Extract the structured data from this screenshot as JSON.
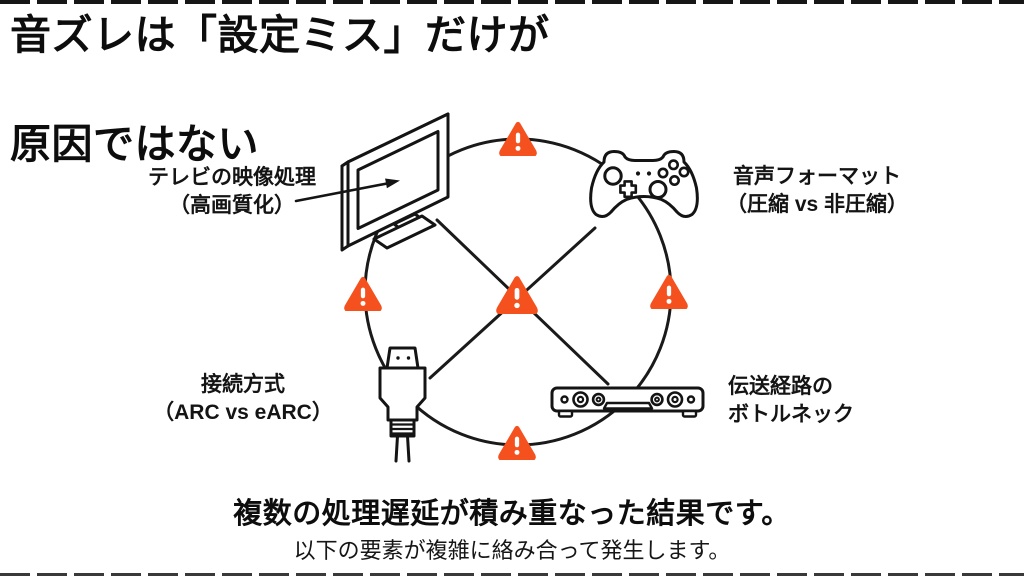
{
  "slide": {
    "title_lines": [
      "音ズレは「設定ミス」だけが",
      "原因ではない"
    ],
    "footer": {
      "headline": "複数の処理遅延が積み重なった結果です。",
      "subtext": "以下の要素が複雑に絡み合って発生します。"
    },
    "colors": {
      "warning": "#F4511E",
      "ink": "#111111",
      "background": "#FFFFFF"
    }
  },
  "diagram": {
    "nodes": [
      {
        "id": "tv",
        "icon": "tv-icon",
        "label": [
          "テレビの映像処理",
          "（高画質化）"
        ]
      },
      {
        "id": "controller",
        "icon": "game-controller-icon",
        "label": [
          "音声フォーマット",
          "（圧縮 vs 非圧縮）"
        ]
      },
      {
        "id": "hdmi",
        "icon": "hdmi-plug-icon",
        "label": [
          "接続方式",
          "（ARC vs eARC）"
        ]
      },
      {
        "id": "soundbar",
        "icon": "soundbar-icon",
        "label": [
          "伝送経路の",
          "ボトルネック"
        ]
      }
    ],
    "warnings": {
      "icon": "warning-triangle-icon",
      "count": 5
    }
  }
}
